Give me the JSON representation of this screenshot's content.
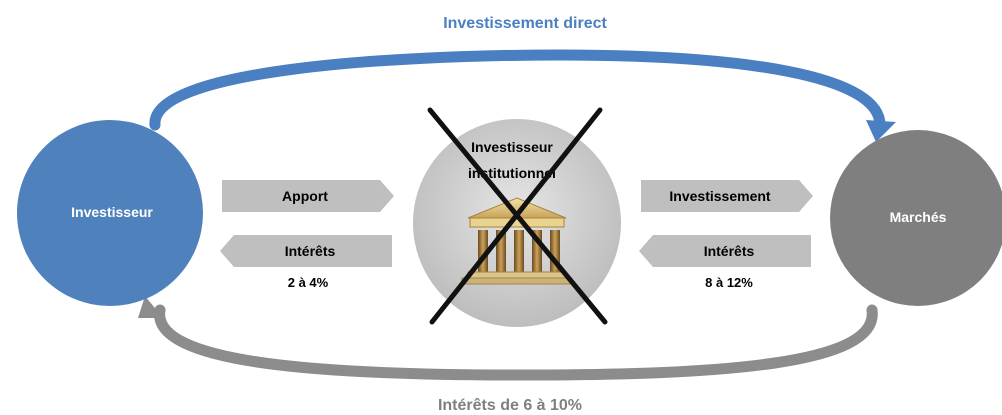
{
  "top_arrow_label": "Investissement direct",
  "bottom_arrow_label": "Intérêts de 6 à 10%",
  "investor": {
    "label": "Investisseur"
  },
  "institution": {
    "line1": "Investisseur",
    "line2": "institutionnel",
    "crossed_out": true,
    "icon": "bank-icon"
  },
  "markets": {
    "label": "Marchés"
  },
  "left_flows": {
    "apport": "Apport",
    "interets": "Intérêts",
    "rate": "2 à 4%"
  },
  "right_flows": {
    "investissement": "Investissement",
    "interets": "Intérêts",
    "rate": "8 à 12%"
  },
  "colors": {
    "investor": "#4f81bd",
    "markets": "#7f7f7f",
    "institution": "#c8c8c8",
    "top_arrow": "#4a7fc1",
    "bottom_arrow": "#8c8c8c",
    "flow_arrows": "#bfbfbf",
    "top_label": "#4a7fc1",
    "bottom_label": "#808080"
  }
}
